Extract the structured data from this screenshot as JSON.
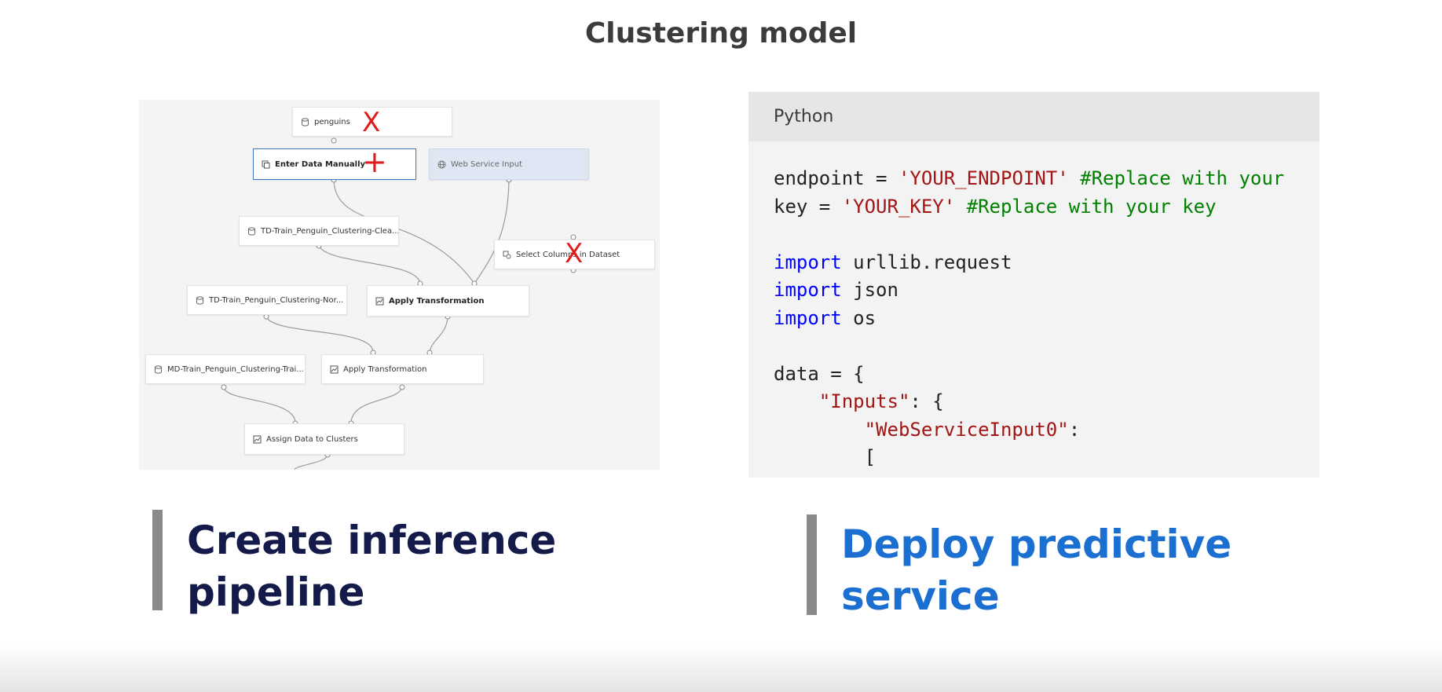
{
  "title": "Clustering model",
  "pipeline": {
    "nodes": [
      {
        "label": "penguins",
        "icon": "dataset-icon"
      },
      {
        "label": "Enter Data Manually",
        "icon": "data-entry-icon"
      },
      {
        "label": "Web Service Input",
        "icon": "globe-icon"
      },
      {
        "label": "TD-Train_Penguin_Clustering-Clea...",
        "icon": "dataset-icon"
      },
      {
        "label": "Select Columns in Dataset",
        "icon": "module-icon"
      },
      {
        "label": "TD-Train_Penguin_Clustering-Nor...",
        "icon": "dataset-icon"
      },
      {
        "label": "Apply Transformation",
        "icon": "transform-icon"
      },
      {
        "label": "MD-Train_Penguin_Clustering-Trai...",
        "icon": "dataset-icon"
      },
      {
        "label": "Apply Transformation",
        "icon": "transform-icon"
      },
      {
        "label": "Assign Data to Clusters",
        "icon": "transform-icon"
      }
    ],
    "marks": {
      "remove": "X",
      "add": "+"
    },
    "mark_color": "#e01b1b"
  },
  "code": {
    "language": "Python",
    "lines": [
      [
        {
          "t": "endpoint = ",
          "c": ""
        },
        {
          "t": "'YOUR_ENDPOINT'",
          "c": "str"
        },
        {
          "t": " ",
          "c": ""
        },
        {
          "t": "#Replace with your",
          "c": "cm"
        }
      ],
      [
        {
          "t": "key = ",
          "c": ""
        },
        {
          "t": "'YOUR_KEY'",
          "c": "str"
        },
        {
          "t": " ",
          "c": ""
        },
        {
          "t": "#Replace with your key",
          "c": "cm"
        }
      ],
      [],
      [
        {
          "t": "import",
          "c": "kw"
        },
        {
          "t": " urllib.request",
          "c": ""
        }
      ],
      [
        {
          "t": "import",
          "c": "kw"
        },
        {
          "t": " json",
          "c": ""
        }
      ],
      [
        {
          "t": "import",
          "c": "kw"
        },
        {
          "t": " os",
          "c": ""
        }
      ],
      [],
      [
        {
          "t": "data = {",
          "c": ""
        }
      ],
      [
        {
          "t": "    ",
          "c": ""
        },
        {
          "t": "\"Inputs\"",
          "c": "str"
        },
        {
          "t": ": {",
          "c": ""
        }
      ],
      [
        {
          "t": "        ",
          "c": ""
        },
        {
          "t": "\"WebServiceInput0\"",
          "c": "str"
        },
        {
          "t": ":",
          "c": ""
        }
      ],
      [
        {
          "t": "        [",
          "c": ""
        }
      ]
    ],
    "colors": {
      "keyword": "#0000ff",
      "string": "#a31515",
      "comment": "#008000"
    }
  },
  "captions": {
    "left": {
      "line1": "Create inference",
      "line2": "pipeline",
      "color": "#141a4a"
    },
    "right": {
      "line1": "Deploy predictive",
      "line2": "service",
      "color": "#1a6fd1"
    }
  }
}
